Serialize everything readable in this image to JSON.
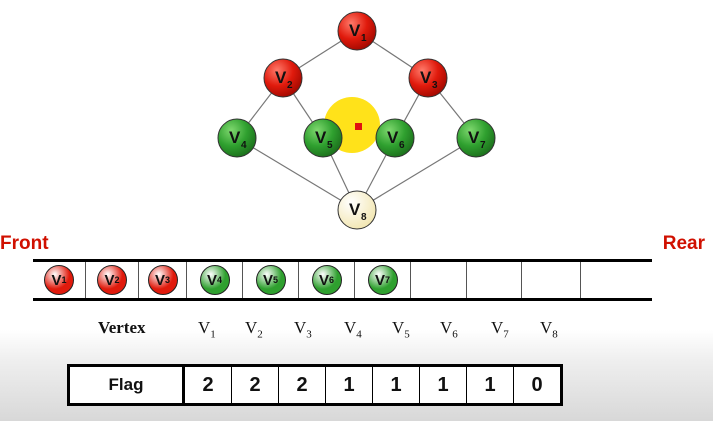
{
  "graph": {
    "nodes": [
      {
        "id": "v1",
        "name": "V",
        "sub": "1",
        "state": "visited"
      },
      {
        "id": "v2",
        "name": "V",
        "sub": "2",
        "state": "visited"
      },
      {
        "id": "v3",
        "name": "V",
        "sub": "3",
        "state": "visited"
      },
      {
        "id": "v4",
        "name": "V",
        "sub": "4",
        "state": "queued"
      },
      {
        "id": "v5",
        "name": "V",
        "sub": "5",
        "state": "queued"
      },
      {
        "id": "v6",
        "name": "V",
        "sub": "6",
        "state": "queued"
      },
      {
        "id": "v7",
        "name": "V",
        "sub": "7",
        "state": "queued"
      },
      {
        "id": "v8",
        "name": "V",
        "sub": "8",
        "state": "unvisited"
      }
    ],
    "edges": [
      [
        "v1",
        "v2"
      ],
      [
        "v1",
        "v3"
      ],
      [
        "v2",
        "v4"
      ],
      [
        "v2",
        "v5"
      ],
      [
        "v3",
        "v6"
      ],
      [
        "v3",
        "v7"
      ],
      [
        "v4",
        "v8"
      ],
      [
        "v5",
        "v8"
      ],
      [
        "v6",
        "v8"
      ],
      [
        "v7",
        "v8"
      ]
    ]
  },
  "colors": {
    "visited": "#e01a0c",
    "queued": "#2fa02f",
    "unvisited": "#fff6d0",
    "cursor_highlight": "#ffe21a",
    "end_labels": "#d01000"
  },
  "queue": {
    "front_label": "Front",
    "rear_label": "Rear",
    "cells": [
      {
        "name": "V",
        "sub": "1",
        "state": "visited"
      },
      {
        "name": "V",
        "sub": "2",
        "state": "visited"
      },
      {
        "name": "V",
        "sub": "3",
        "state": "visited"
      },
      {
        "name": "V",
        "sub": "4",
        "state": "queued"
      },
      {
        "name": "V",
        "sub": "5",
        "state": "queued"
      },
      {
        "name": "V",
        "sub": "6",
        "state": "queued"
      },
      {
        "name": "V",
        "sub": "7",
        "state": "queued"
      },
      {
        "name": "",
        "sub": "",
        "state": "empty"
      },
      {
        "name": "",
        "sub": "",
        "state": "empty"
      },
      {
        "name": "",
        "sub": "",
        "state": "empty"
      },
      {
        "name": "",
        "sub": "",
        "state": "empty"
      }
    ]
  },
  "vertex_row": {
    "header": "Vertex",
    "vertices": [
      {
        "name": "V",
        "sub": "1"
      },
      {
        "name": "V",
        "sub": "2"
      },
      {
        "name": "V",
        "sub": "3"
      },
      {
        "name": "V",
        "sub": "4"
      },
      {
        "name": "V",
        "sub": "5"
      },
      {
        "name": "V",
        "sub": "6"
      },
      {
        "name": "V",
        "sub": "7"
      },
      {
        "name": "V",
        "sub": "8"
      }
    ]
  },
  "flag_row": {
    "header": "Flag",
    "values": [
      "2",
      "2",
      "2",
      "1",
      "1",
      "1",
      "1",
      "0"
    ]
  }
}
